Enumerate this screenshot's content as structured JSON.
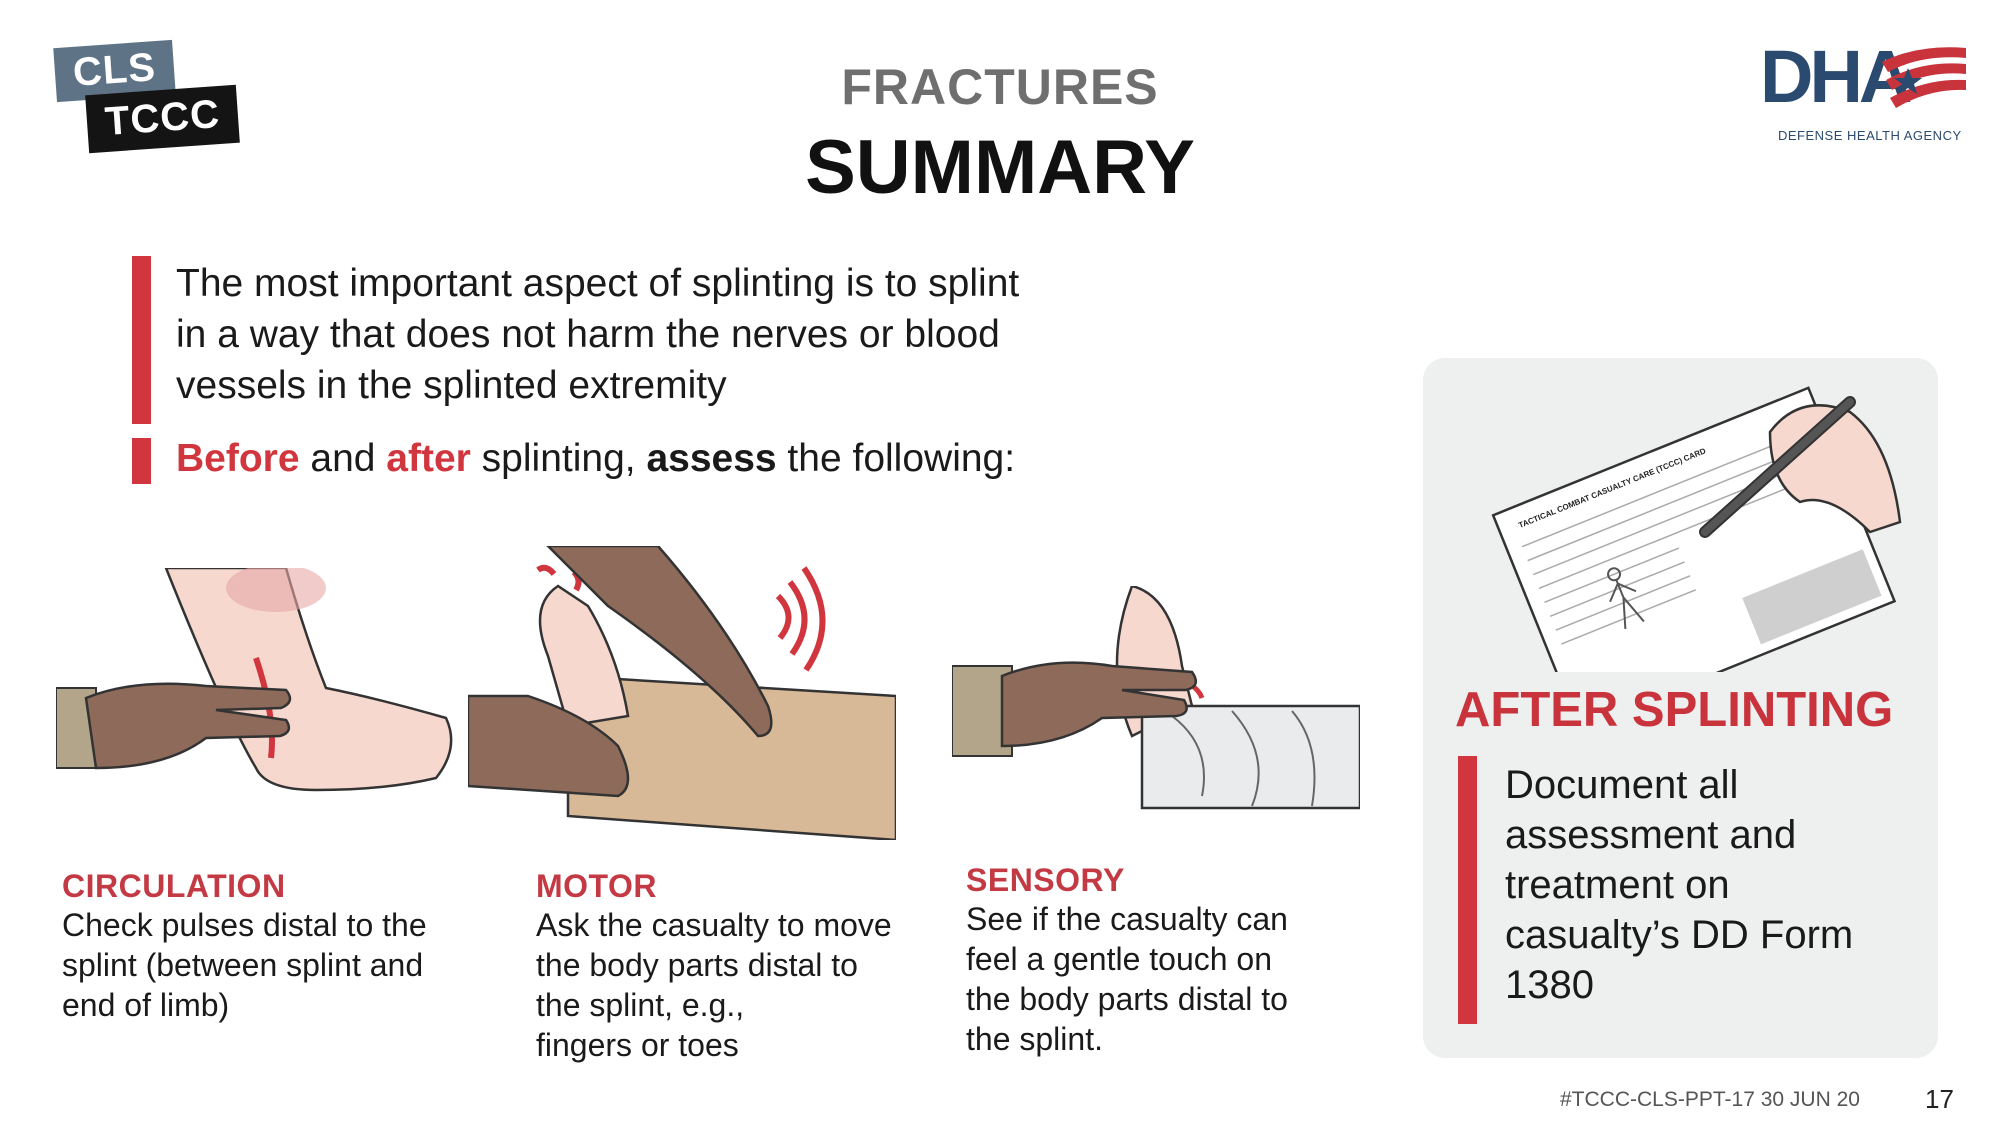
{
  "logos": {
    "cls": "CLS",
    "tccc": "TCCC",
    "dha": "DHA",
    "dha_sub": "DEFENSE HEALTH AGENCY"
  },
  "header": {
    "topic": "FRACTURES",
    "title": "SUMMARY"
  },
  "intro": {
    "line1": "The most important aspect of splinting is to splint",
    "line2": "in a way that does not harm the nerves or blood",
    "line3": "vessels in the splinted extremity"
  },
  "assess": {
    "before": "Before",
    "and": " and ",
    "after": "after",
    "splinting": " splinting, ",
    "assess_word": "assess",
    "rest": " the following:"
  },
  "columns": [
    {
      "heading": "CIRCULATION",
      "lines": [
        "Check pulses distal to the",
        "splint (between splint and",
        "end of limb)"
      ]
    },
    {
      "heading": "MOTOR",
      "lines": [
        "Ask the casualty to move",
        "the body parts distal to",
        "the splint, e.g.,",
        "fingers or toes"
      ]
    },
    {
      "heading": "SENSORY",
      "lines": [
        "See if the casualty can",
        "feel a gentle touch on",
        "the body parts distal to",
        "the splint."
      ]
    }
  ],
  "card": {
    "form_title": "TACTICAL COMBAT CASUALTY CARE (TCCC) CARD",
    "heading": "AFTER SPLINTING",
    "lines": [
      "Document all",
      "assessment and",
      "treatment on",
      "casualty’s DD Form",
      "1380"
    ]
  },
  "footer": {
    "ref": "#TCCC-CLS-PPT-17 30 JUN 20",
    "page": "17"
  },
  "colors": {
    "accent_red": "#d1363f",
    "dha_blue": "#2b4a6f",
    "card_bg": "#eeefef"
  }
}
